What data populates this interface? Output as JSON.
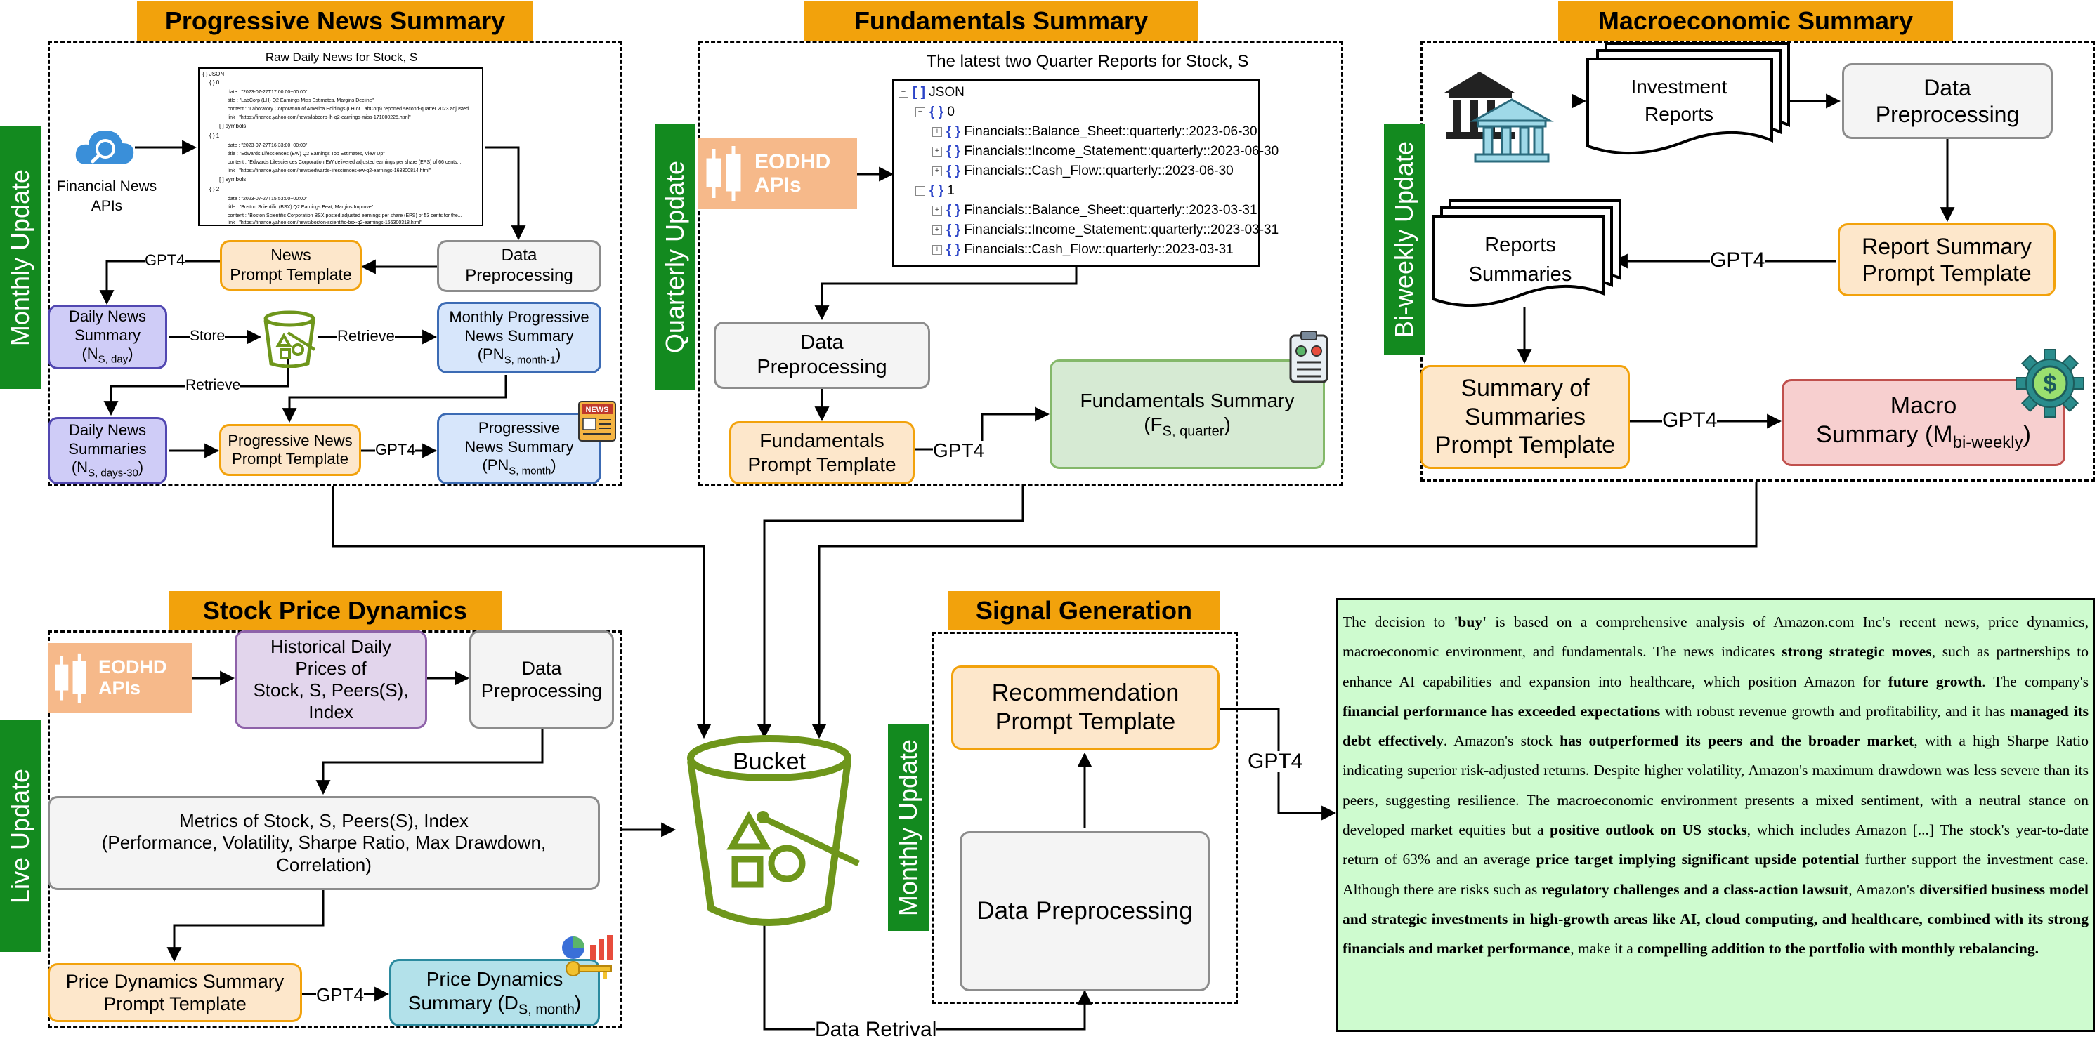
{
  "sections": {
    "news": "Progressive  News Summary",
    "fundamentals": "Fundamentals Summary",
    "macro": "Macroeconomic Summary",
    "stock": "Stock Price Dynamics",
    "signal": "Signal Generation"
  },
  "update_labels": {
    "monthly": "Monthly Update",
    "quarterly": "Quarterly Update",
    "biweekly": "Bi-weekly Update",
    "live": "Live Update",
    "signal_monthly": "Monthly Update"
  },
  "news": {
    "raw_title": "Raw Daily News for Stock, S",
    "raw_lines": [
      "{ } JSON",
      "{ } 0",
      "date : \"2023-07-27T17:00:00+00:00\"",
      "title : \"LabCorp (LH) Q2 Earnings Miss Estimates, Margins Decline\"",
      "content : \"Laboratory Corporation of America Holdings (LH or LabCorp) reported second-quarter 2023 adjusted...",
      "link : \"https://finance.yahoo.com/news/labcorp-lh-q2-earnings-miss-171000225.html\"",
      "[ ] symbols",
      "{ } 1",
      "date : \"2023-07-27T16:33:00+00:00\"",
      "title : \"Edwards Lifesciences (EW) Q2 Earnings Top Estimates, View Up\"",
      "content : \"Edwards Lifesciences Corporation EW delivered adjusted earnings per share (EPS) of 66 cents...",
      "link : \"https://finance.yahoo.com/news/edwards-lifesciences-ew-q2-earnings-163300814.html\"",
      "[ ] symbols",
      "{ } 2",
      "date : \"2023-07-27T15:53:00+00:00\"",
      "title : \"Boston Scientific (BSX) Q2 Earnings Beat, Margins Improve\"",
      "content : \"Boston Scientific Corporation BSX posted adjusted earnings per share (EPS) of 53 cents for the...",
      "link : \"https://finance.yahoo.com/news/boston-scientific-bsx-q2-earnings-155300318.html\""
    ],
    "api_label": "Financial News\nAPIs",
    "data_preprocessing": "Data\nPreprocessing",
    "news_prompt": "News\nPrompt Template",
    "gpt4_a": "GPT4",
    "daily_summary": "Daily News\nSummary",
    "daily_summary_sym": "(N",
    "daily_summary_sub": "S, day",
    "daily_summary_end": ")",
    "store": "Store",
    "retrieve_a": "Retrieve",
    "retrieve_b": "Retrieve",
    "monthly_prog": "Monthly Progressive\nNews Summary",
    "monthly_prog_sym": "(PN",
    "monthly_prog_sub": "S, month-1",
    "monthly_prog_end": ")",
    "daily_summaries": "Daily News\nSummaries",
    "daily_summaries_sym": "(N",
    "daily_summaries_sub": "S, days-30",
    "daily_summaries_end": ")",
    "prog_prompt": "Progressive News\nPrompt Template",
    "gpt4_b": "GPT4",
    "prog_summary": "Progressive\nNews Summary",
    "prog_summary_sym": "(PN",
    "prog_summary_sub": "S, month",
    "prog_summary_end": ")",
    "news_badge": "NEWS"
  },
  "fundamentals": {
    "json_title": "The latest two Quarter Reports for Stock, S",
    "json_rows": [
      "JSON",
      "0",
      "Financials::Balance_Sheet::quarterly::2023-06-30",
      "Financials::Income_Statement::quarterly::2023-06-30",
      "Financials::Cash_Flow::quarterly::2023-06-30",
      "1",
      "Financials::Balance_Sheet::quarterly::2023-03-31",
      "Financials::Income_Statement::quarterly::2023-03-31",
      "Financials::Cash_Flow::quarterly::2023-03-31"
    ],
    "eodhd_line1": "EODHD",
    "eodhd_line2": "APIs",
    "data_preprocessing": "Data\nPreprocessing",
    "prompt": "Fundamentals\nPrompt Template",
    "gpt4": "GPT4",
    "summary": "Fundamentals Summary",
    "summary_sym": "(F",
    "summary_sub": "S, quarter",
    "summary_end": ")"
  },
  "macro": {
    "investment_reports": "Investment\nReports",
    "data_preprocessing": "Data\nPreprocessing",
    "report_prompt": "Report Summary\nPrompt Template",
    "gpt4_a": "GPT4",
    "reports_summaries": "Reports\nSummaries",
    "sos_prompt": "Summary of\nSummaries\nPrompt Template",
    "gpt4_b": "GPT4",
    "macro_summary": "Macro",
    "macro_summary_sym": "Summary (M",
    "macro_summary_sub": "bi-weekly",
    "macro_summary_end": ")",
    "dollar": "$"
  },
  "stock": {
    "eodhd_line1": "EODHD",
    "eodhd_line2": "APIs",
    "historical": "Historical Daily\nPrices of\nStock, S, Peers(S),\nIndex",
    "data_preprocessing": "Data\nPreprocessing",
    "metrics": "Metrics of  Stock, S, Peers(S), Index\n(Performance, Volatility, Sharpe Ratio, Max Drawdown,\nCorrelation)",
    "prompt": "Price Dynamics Summary\nPrompt Template",
    "gpt4": "GPT4",
    "summary": "Price Dynamics",
    "summary_sym": "Summary (D",
    "summary_sub": "S, month",
    "summary_end": ")"
  },
  "bucket": {
    "label": "Bucket",
    "data_retrival": "Data Retrival"
  },
  "signal": {
    "prompt": "Recommendation\nPrompt Template",
    "data_preprocessing": "Data Preprocessing",
    "gpt4": "GPT4"
  },
  "recommendation_text": [
    {
      "t": "The decision to "
    },
    {
      "t": "'buy'",
      "b": true
    },
    {
      "t": " is based on a comprehensive analysis of Amazon.com Inc's recent news, price dynamics, macroeconomic environment, and fundamentals. The news indicates "
    },
    {
      "t": "strong strategic moves",
      "b": true
    },
    {
      "t": ", such as partnerships to enhance AI capabilities and expansion into healthcare, which position Amazon for "
    },
    {
      "t": "future growth",
      "b": true
    },
    {
      "t": ". The company's "
    },
    {
      "t": "financial performance has exceeded expectations",
      "b": true
    },
    {
      "t": " with robust revenue growth and profitability, and it has "
    },
    {
      "t": "managed its debt effectively",
      "b": true
    },
    {
      "t": ". Amazon's stock "
    },
    {
      "t": "has outperformed its peers and the broader market",
      "b": true
    },
    {
      "t": ", with a high Sharpe Ratio indicating superior risk-adjusted returns. Despite higher volatility, Amazon's maximum drawdown was less severe than its peers, suggesting resilience. The macroeconomic environment presents a mixed sentiment, with a neutral stance on developed market equities but a "
    },
    {
      "t": "positive outlook on US stocks",
      "b": true
    },
    {
      "t": ", which includes Amazon [...] The stock's year-to-date return of 63% and an average "
    },
    {
      "t": "price target implying significant upside potential",
      "b": true
    },
    {
      "t": " further support the investment case. Although there are risks such as "
    },
    {
      "t": "regulatory challenges and a class-action lawsuit",
      "b": true
    },
    {
      "t": ", Amazon's "
    },
    {
      "t": "diversified business model and strategic investments in high-growth areas like AI, cloud computing, and healthcare, combined with its strong financials and market performance",
      "b": true
    },
    {
      "t": ", make it a "
    },
    {
      "t": "compelling addition to the portfolio with monthly rebalancing.",
      "b": true
    }
  ],
  "colors": {
    "section_title": "#f2a20c",
    "update_label": "#138a1f",
    "bucket": "#6e961b",
    "recommendation_bg": "#cefbcf"
  }
}
